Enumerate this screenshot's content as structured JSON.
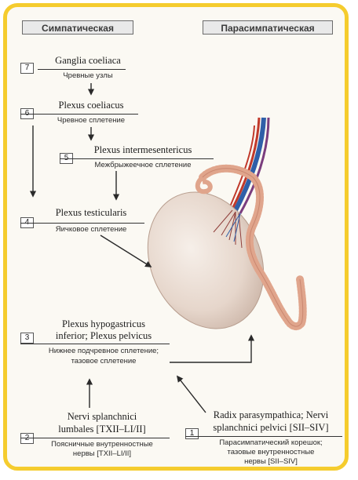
{
  "headers": {
    "sympathetic": "Симпатическая",
    "parasympathetic": "Парасимпатическая"
  },
  "items": [
    {
      "num": "7",
      "latin": "Ganglia coeliaca",
      "russian": "Чревные узлы"
    },
    {
      "num": "6",
      "latin": "Plexus coeliacus",
      "russian": "Чревное сплетение"
    },
    {
      "num": "5",
      "latin": "Plexus intermesentericus",
      "russian": "Межбрыжеечное сплетение"
    },
    {
      "num": "4",
      "latin": "Plexus testicularis",
      "russian": "Яичковое сплетение"
    },
    {
      "num": "3",
      "latin_line1": "Plexus hypogastricus",
      "latin_line2": "inferior; Plexus pelvicus",
      "russian_line1": "Нижнее подчревное сплетение;",
      "russian_line2": "тазовое сплетение"
    },
    {
      "num": "2",
      "latin_line1": "Nervi splanchnici",
      "latin_line2": "lumbales [TXII–LI/II]",
      "russian_line1": "Поясничные внутренностные",
      "russian_line2": "нервы [TXII–LI/II]"
    },
    {
      "num": "1",
      "latin_line1": "Radix parasympathica; Nervi",
      "latin_line2": "splanchnici pelvici [SII–SIV]",
      "russian_line1": "Парасимпатический корешок;",
      "russian_line2": "тазовые внутренностные",
      "russian_line3": "нервы [SII–SIV]"
    }
  ],
  "colors": {
    "frame": "#f5cc2e",
    "testis": "#e9dcd2",
    "epididymis": "#e0a58c",
    "artery": "#c0392b",
    "vein": "#2f5fa8"
  }
}
